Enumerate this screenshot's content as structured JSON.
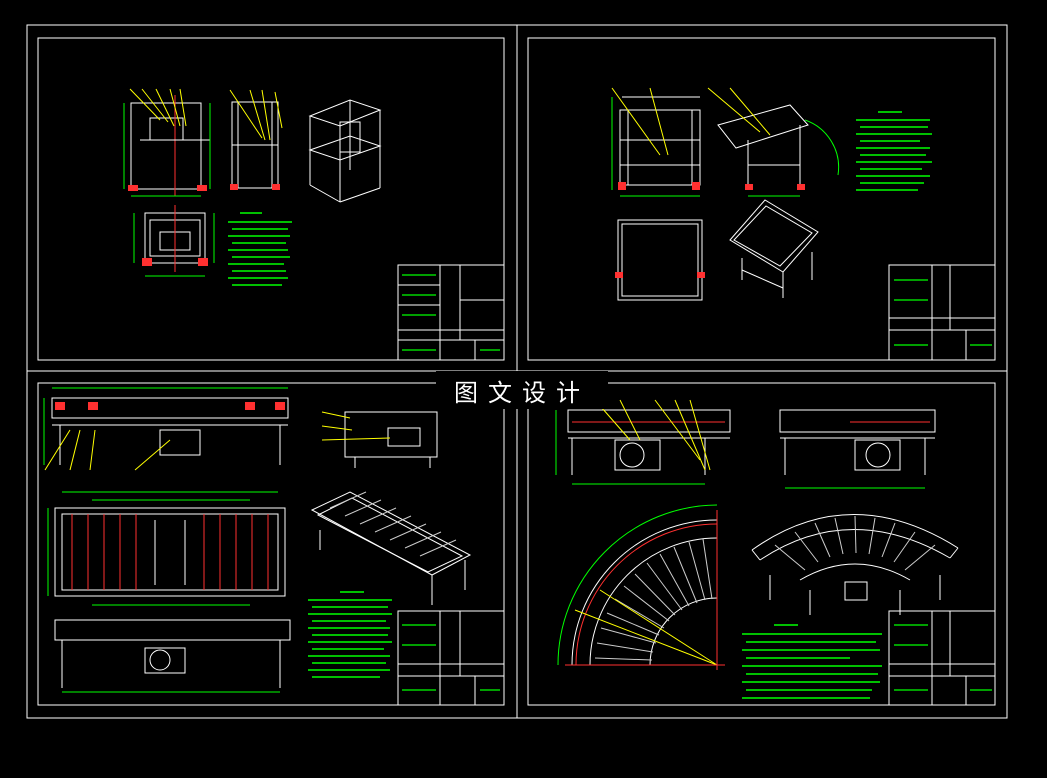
{
  "watermark": "图文设计",
  "colors": {
    "background": "#000000",
    "frame": "#ffffff",
    "geometry": "#ffffff",
    "dimension": "#00ff00",
    "leader": "#ffff00",
    "centerline": "#ff3030",
    "roller": "#d0d0d0",
    "hatch": "#00ffff"
  },
  "sheets": [
    {
      "id": "sheet-top-left",
      "subject": "frame-stand"
    },
    {
      "id": "sheet-top-right",
      "subject": "tilted-frame"
    },
    {
      "id": "sheet-bottom-left",
      "subject": "straight-roller-conveyor"
    },
    {
      "id": "sheet-bottom-right",
      "subject": "curved-roller-conveyor"
    }
  ]
}
